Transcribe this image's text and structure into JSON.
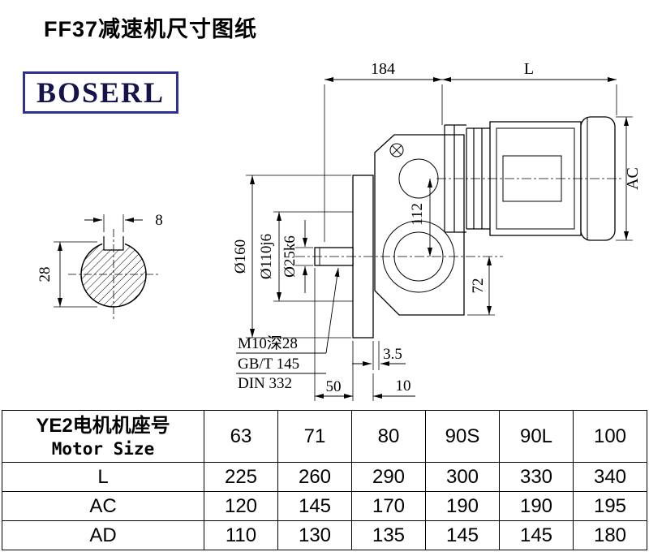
{
  "page": {
    "title": "FF37减速机尺寸图纸",
    "brand": "BOSERL",
    "brand_border_color": "#2e3192"
  },
  "drawing": {
    "top_dim_1": "184",
    "top_dim_2": "L",
    "dim_ac": "AC",
    "key_width": "8",
    "key_height": "28",
    "flange_dia": "Ø160",
    "spigot_dia": "Ø110j6",
    "shaft_dia": "Ø25k6",
    "dim_112": "112",
    "dim_72": "72",
    "thread_note": "M10深28",
    "std_1": "GB/T 145",
    "std_2": "DIN 332",
    "dim_3_5": "3.5",
    "dim_50": "50",
    "dim_10": "10"
  },
  "table": {
    "header_cn": "YE2电机机座号",
    "header_en": "Motor Size",
    "sizes": [
      "63",
      "71",
      "80",
      "90S",
      "90L",
      "100"
    ],
    "rows": [
      {
        "label": "L",
        "values": [
          "225",
          "260",
          "290",
          "300",
          "330",
          "340"
        ]
      },
      {
        "label": "AC",
        "values": [
          "120",
          "145",
          "170",
          "190",
          "190",
          "195"
        ]
      },
      {
        "label": "AD",
        "values": [
          "110",
          "130",
          "135",
          "145",
          "145",
          "180"
        ]
      }
    ]
  }
}
